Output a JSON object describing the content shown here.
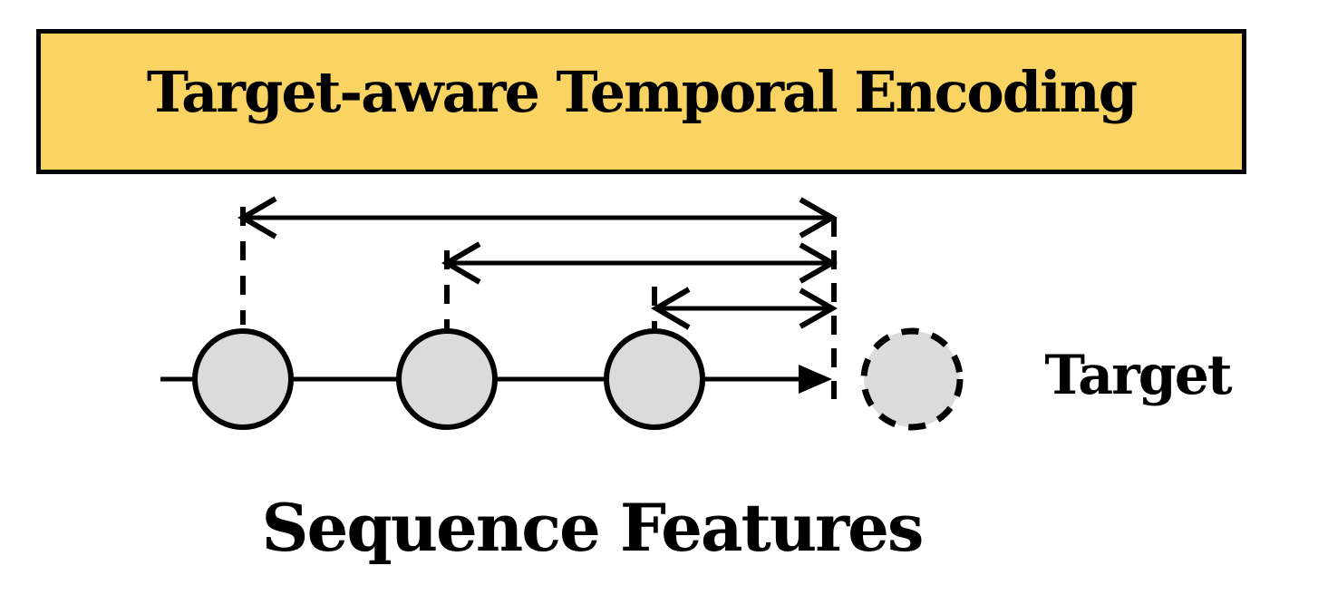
{
  "diagram": {
    "title": "Target-aware Temporal Encoding",
    "sequence_label": "Sequence Features",
    "target_label": "Target",
    "colors": {
      "background": "#FFFFFF",
      "title_box_fill": "#FAD462",
      "node_fill": "#DBDBDB",
      "stroke": "#000000"
    },
    "nodes": [
      {
        "name": "sequence-node-1",
        "type": "observed-event",
        "style": "solid"
      },
      {
        "name": "sequence-node-2",
        "type": "observed-event",
        "style": "solid"
      },
      {
        "name": "sequence-node-3",
        "type": "observed-event",
        "style": "solid"
      },
      {
        "name": "target-node",
        "type": "target",
        "style": "dashed",
        "label": "Target"
      }
    ],
    "edges": [
      {
        "name": "time-gap-arrow-1",
        "type": "double-arrow",
        "from": "target-time",
        "to": "sequence-node-1"
      },
      {
        "name": "time-gap-arrow-2",
        "type": "double-arrow",
        "from": "target-time",
        "to": "sequence-node-2"
      },
      {
        "name": "time-gap-arrow-3",
        "type": "double-arrow",
        "from": "target-time",
        "to": "sequence-node-3"
      },
      {
        "name": "timeline-arrow",
        "type": "solid-arrow",
        "from": "sequence-node-3",
        "to": "target-time"
      }
    ]
  }
}
